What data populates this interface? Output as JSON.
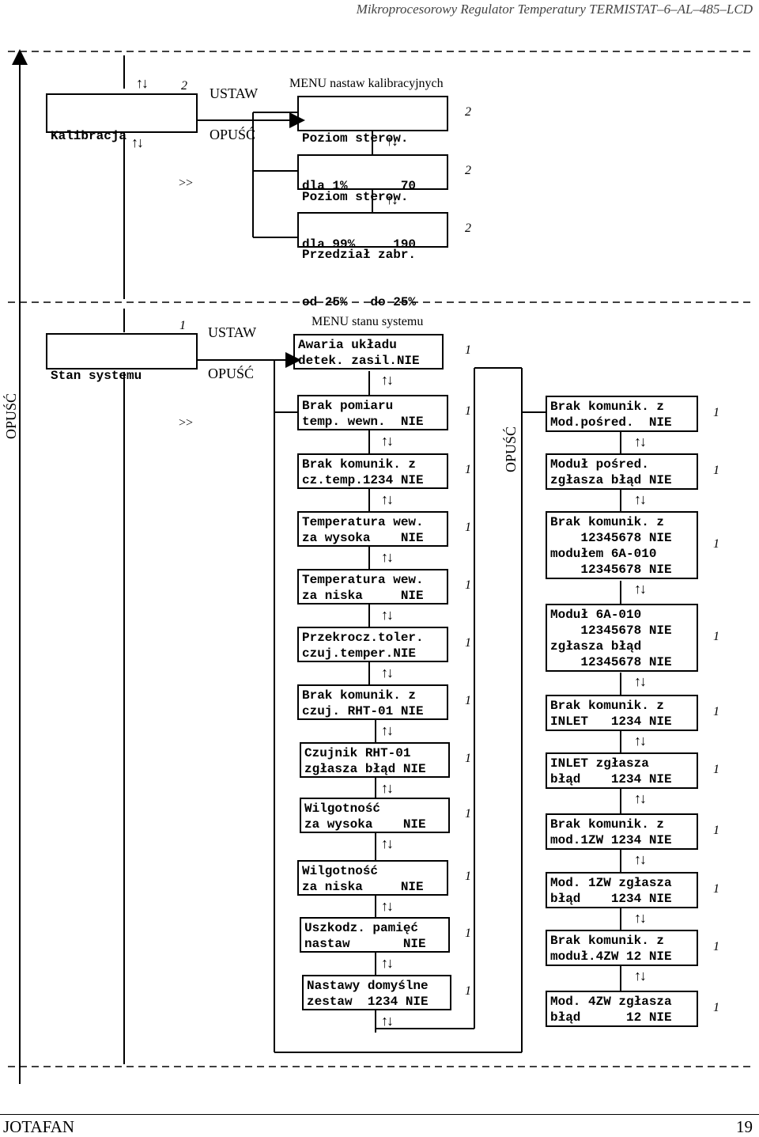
{
  "header": "Mikroprocesorowy Regulator Temperatury  TERMISTAT–6–AL–485–LCD",
  "footer": {
    "left": "JOTAFAN",
    "right": "19"
  },
  "arrows": "↑↓",
  "labels": {
    "ustaw": "USTAW",
    "opusc": "OPUŚĆ",
    "gt": ">>"
  },
  "calib": {
    "menu_title": "MENU nastaw kalibracyjnych",
    "entry": "Kalibracja",
    "entry_num": "2",
    "items": [
      {
        "l1": "Poziom sterow.",
        "l2": "dla 1%       70",
        "num": "2"
      },
      {
        "l1": "Poziom sterow.",
        "l2": "dla 99%     190",
        "num": "2"
      },
      {
        "l1": "Przedział zabr.",
        "l2": "od 25%   do 25%",
        "num": "2"
      }
    ]
  },
  "system": {
    "menu_title": "MENU stanu systemu",
    "entry": "Stan systemu",
    "entry_num": "1",
    "items": [
      {
        "l1": "Awaria układu",
        "l2": "detek. zasil.NIE",
        "num": "1"
      },
      {
        "l1": "Brak pomiaru",
        "l2": "temp. wewn.  NIE",
        "num": "1"
      },
      {
        "l1": "Brak komunik. z",
        "l2": "cz.temp.1234 NIE",
        "num": "1"
      },
      {
        "l1": "Temperatura wew.",
        "l2": "za wysoka    NIE",
        "num": "1"
      },
      {
        "l1": "Temperatura wew.",
        "l2": "za niska     NIE",
        "num": "1"
      },
      {
        "l1": "Przekrocz.toler.",
        "l2": "czuj.temper.NIE",
        "num": "1"
      },
      {
        "l1": "Brak komunik. z",
        "l2": "czuj. RHT-01 NIE",
        "num": "1"
      },
      {
        "l1": "Czujnik RHT-01",
        "l2": "zgłasza błąd NIE",
        "num": "1"
      },
      {
        "l1": "Wilgotność",
        "l2": "za wysoka    NIE",
        "num": "1"
      },
      {
        "l1": "Wilgotność",
        "l2": "za niska     NIE",
        "num": "1"
      },
      {
        "l1": "Uszkodz. pamięć",
        "l2": "nastaw       NIE",
        "num": "1"
      },
      {
        "l1": "Nastawy domyślne",
        "l2": "zestaw  1234 NIE",
        "num": "1"
      }
    ],
    "right_items": [
      {
        "lines": [
          "Brak komunik. z",
          "Mod.pośred.  NIE"
        ],
        "num": "1"
      },
      {
        "lines": [
          "Moduł pośred.",
          "zgłasza błąd NIE"
        ],
        "num": "1"
      },
      {
        "lines": [
          "Brak komunik. z",
          "    12345678 NIE",
          "modułem 6A-010",
          "    12345678 NIE"
        ],
        "num": "1"
      },
      {
        "lines": [
          "Moduł 6A-010",
          "    12345678 NIE",
          "zgłasza błąd",
          "    12345678 NIE"
        ],
        "num": "1"
      },
      {
        "lines": [
          "Brak komunik. z",
          "INLET   1234 NIE"
        ],
        "num": "1"
      },
      {
        "lines": [
          "INLET zgłasza",
          "błąd    1234 NIE"
        ],
        "num": "1"
      },
      {
        "lines": [
          "Brak komunik. z",
          "mod.1ZW 1234 NIE"
        ],
        "num": "1"
      },
      {
        "lines": [
          "Mod. 1ZW zgłasza",
          "błąd    1234 NIE"
        ],
        "num": "1"
      },
      {
        "lines": [
          "Brak komunik. z",
          "moduł.4ZW 12 NIE"
        ],
        "num": "1"
      },
      {
        "lines": [
          "Mod. 4ZW zgłasza",
          "błąd      12 NIE"
        ],
        "num": "1"
      }
    ]
  }
}
